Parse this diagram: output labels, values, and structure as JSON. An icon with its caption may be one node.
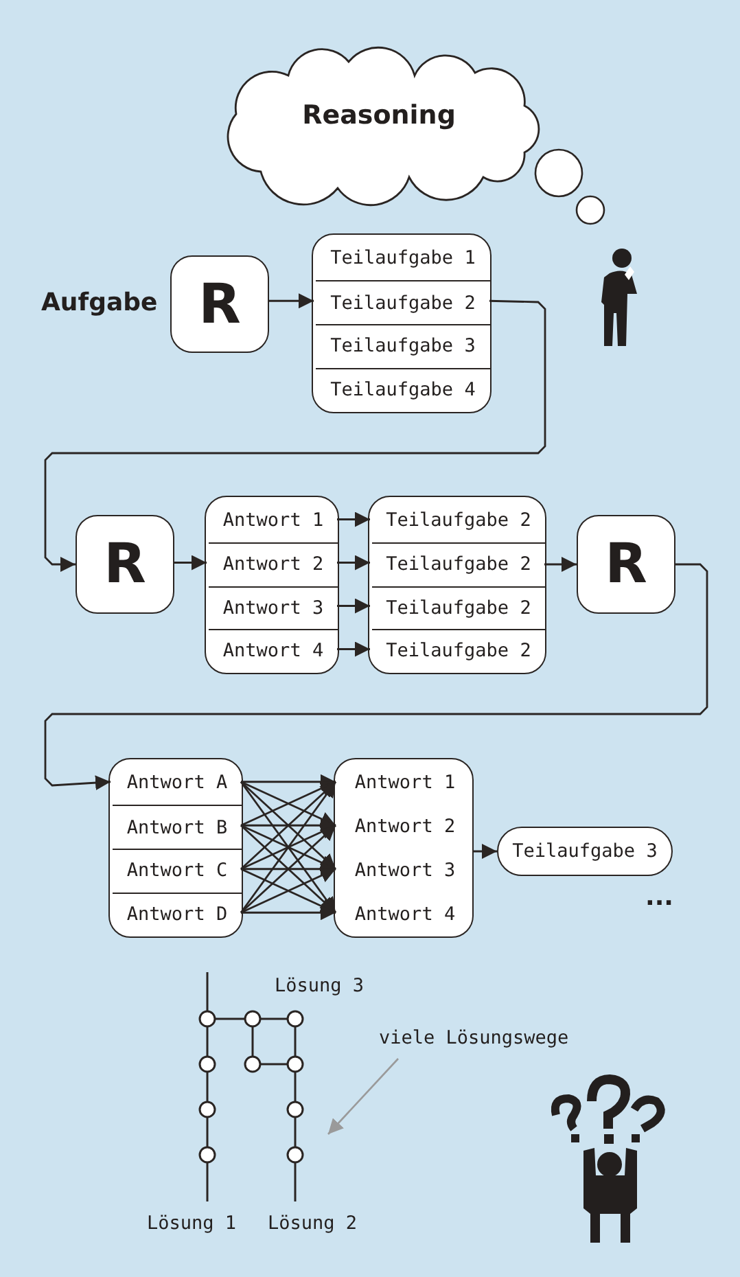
{
  "diagram": {
    "nodes": [
      {
        "text": [
          "Reasoning"
        ]
      },
      {
        "text": [
          "R"
        ],
        "beside": [
          "Aufgabe"
        ]
      },
      {
        "text": [],
        "shape": "box"
      },
      {
        "text": [
          "Teilaufgabe 1"
        ],
        "in": 2
      },
      {
        "text": [
          "Teilaufgabe 2"
        ],
        "in": 2
      },
      {
        "text": [
          "Teilaufgabe 3"
        ],
        "in": 2
      },
      {
        "text": [
          "Teilaufgabe 4"
        ],
        "in": 2
      },
      {
        "text": [
          "R"
        ]
      },
      {
        "text": [],
        "shape": "box"
      },
      {
        "text": [
          "Antwort 1"
        ],
        "in": 8
      },
      {
        "text": [
          "Antwort 2"
        ],
        "in": 8
      },
      {
        "text": [
          "Antwort 3"
        ],
        "in": 8
      },
      {
        "text": [
          "Antwort 4"
        ],
        "in": 8
      },
      {
        "text": [],
        "shape": "box"
      },
      {
        "text": [
          "Teilaufgabe 2"
        ],
        "in": 13
      },
      {
        "text": [
          "Teilaufgabe 2"
        ],
        "in": 13
      },
      {
        "text": [
          "Teilaufgabe 2"
        ],
        "in": 13
      },
      {
        "text": [
          "Teilaufgabe 2"
        ],
        "in": 13
      },
      {
        "text": [
          "R"
        ]
      },
      {
        "text": [],
        "shape": "box"
      },
      {
        "text": [
          "Antwort A"
        ],
        "in": 19
      },
      {
        "text": [
          "Antwort B"
        ],
        "in": 19
      },
      {
        "text": [
          "Antwort C"
        ],
        "in": 19
      },
      {
        "text": [
          "Antwort D"
        ],
        "in": 19
      },
      {
        "text": [],
        "shape": "box"
      },
      {
        "text": [
          "Antwort 1"
        ],
        "in": 24
      },
      {
        "text": [
          "Antwort 2"
        ],
        "in": 24
      },
      {
        "text": [
          "Antwort 3"
        ],
        "in": 24
      },
      {
        "text": [
          "Antwort 4"
        ],
        "in": 24
      },
      {
        "text": [
          "Teilaufgabe 3"
        ]
      },
      {
        "text": [
          "viele Lösungswege"
        ]
      }
    ],
    "edges": [
      {
        "from": 1,
        "to": 4,
        "arrow": "to"
      },
      {
        "from": 4,
        "to": 7,
        "arrow": "to"
      },
      {
        "from": 7,
        "to": 10,
        "arrow": "to"
      },
      {
        "from": 9,
        "to": 14,
        "arrow": "to"
      },
      {
        "from": 10,
        "to": 15,
        "arrow": "to"
      },
      {
        "from": 11,
        "to": 16,
        "arrow": "to"
      },
      {
        "from": 12,
        "to": 17,
        "arrow": "to"
      },
      {
        "from": 15,
        "to": 18,
        "arrow": "to"
      },
      {
        "from": 18,
        "to": 20,
        "arrow": "to"
      },
      {
        "from": 20,
        "to": 25,
        "arrow": "to"
      },
      {
        "from": 20,
        "to": 26,
        "arrow": "to"
      },
      {
        "from": 20,
        "to": 27,
        "arrow": "to"
      },
      {
        "from": 20,
        "to": 28,
        "arrow": "to"
      },
      {
        "from": 21,
        "to": 25,
        "arrow": "to"
      },
      {
        "from": 21,
        "to": 26,
        "arrow": "to"
      },
      {
        "from": 21,
        "to": 27,
        "arrow": "to"
      },
      {
        "from": 21,
        "to": 28,
        "arrow": "to"
      },
      {
        "from": 22,
        "to": 25,
        "arrow": "to"
      },
      {
        "from": 22,
        "to": 26,
        "arrow": "to"
      },
      {
        "from": 22,
        "to": 27,
        "arrow": "to"
      },
      {
        "from": 22,
        "to": 28,
        "arrow": "to"
      },
      {
        "from": 23,
        "to": 25,
        "arrow": "to"
      },
      {
        "from": 23,
        "to": 26,
        "arrow": "to"
      },
      {
        "from": 23,
        "to": 27,
        "arrow": "to"
      },
      {
        "from": 23,
        "to": 28,
        "arrow": "to"
      },
      {
        "from": 24,
        "to": 29,
        "arrow": "to"
      },
      {
        "from": 30,
        "to": null,
        "arrow": "to",
        "color": "#9a9a9a"
      }
    ],
    "labels": [
      "...",
      "Lösung 3",
      "Lösung 1",
      "Lösung 2"
    ]
  }
}
